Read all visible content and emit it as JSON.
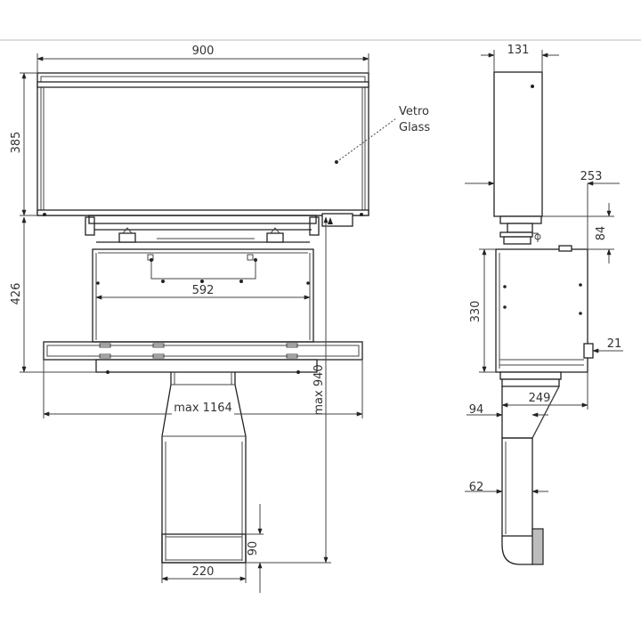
{
  "front_view": {
    "width_top": "900",
    "glass_height": "385",
    "frame_height": "426",
    "inner_width": "592",
    "max_width": "max 1164",
    "max_height": "max 940",
    "duct_height": "90",
    "duct_width": "220",
    "glass_label_line1": "Vetro",
    "glass_label_line2": "Glass"
  },
  "side_view": {
    "top_width": "131",
    "offset": "253",
    "gap": "84",
    "body_height": "330",
    "tab": "21",
    "outlet_width": "249",
    "outlet_offset": "94",
    "duct_offset": "62"
  },
  "colors": {
    "line": "#222222",
    "text": "#333333",
    "background": "#ffffff"
  }
}
